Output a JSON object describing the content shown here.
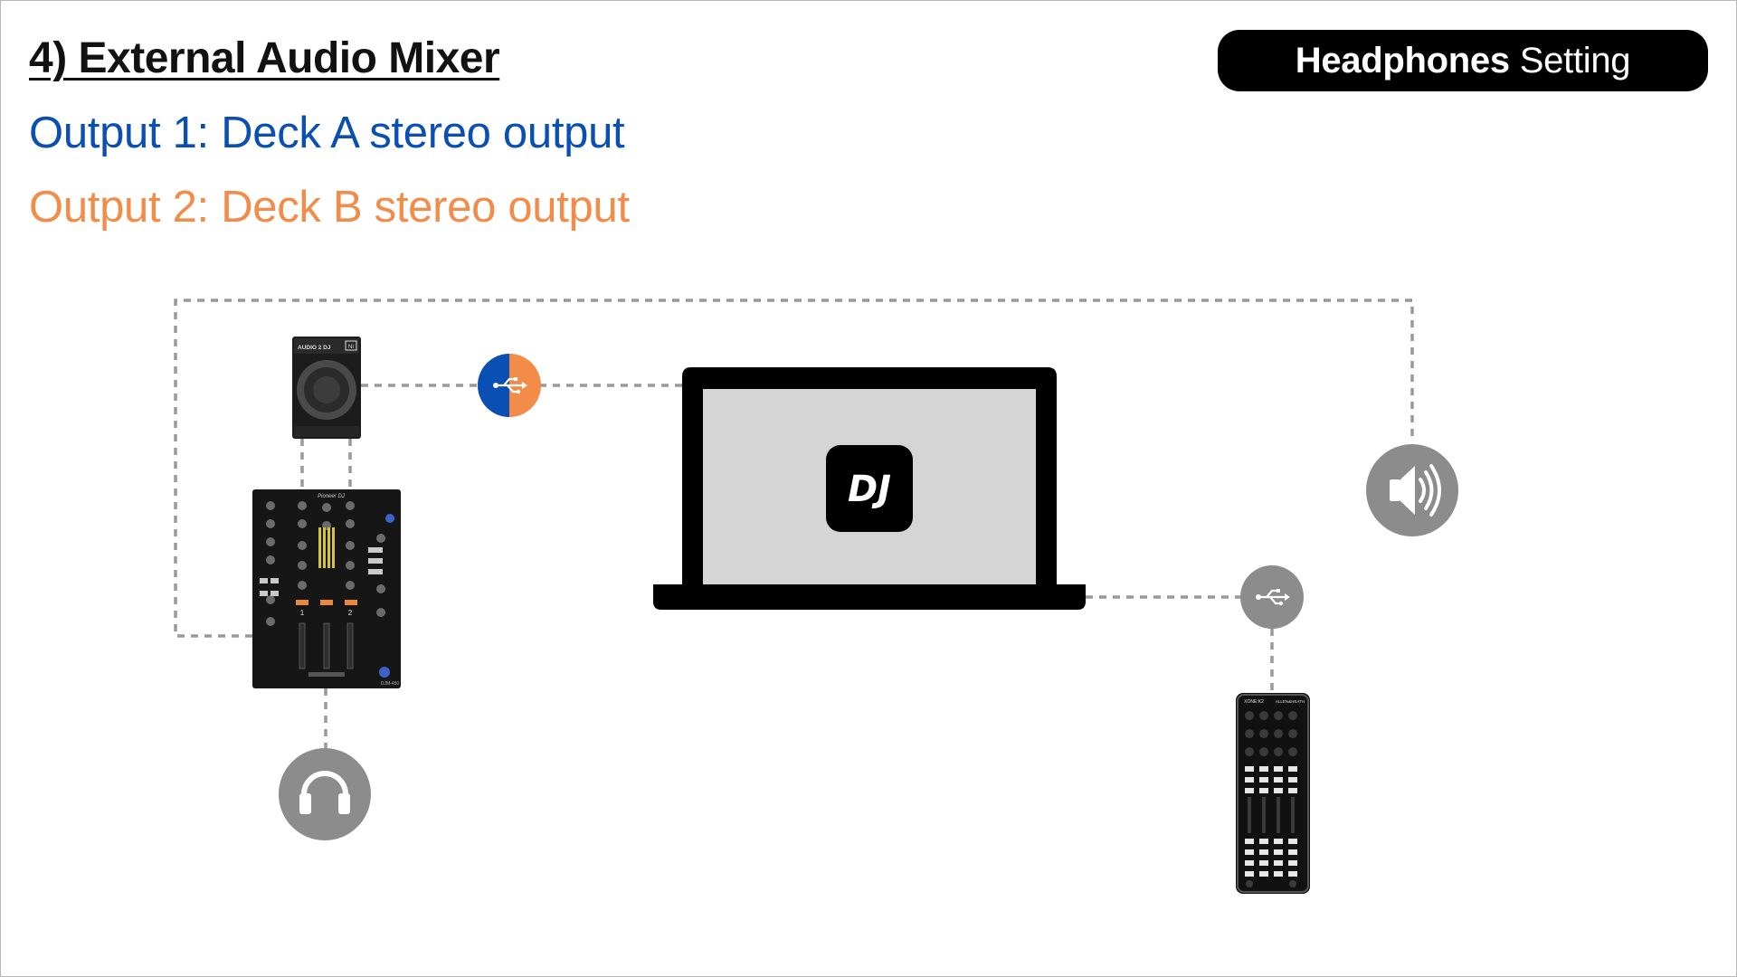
{
  "slide": {
    "title": "4) External Audio Mixer",
    "output1": "Output 1: Deck A stereo output",
    "output2": "Output 2: Deck B stereo output",
    "badge_bold": "Headphones",
    "badge_regular": "Setting"
  },
  "devices": {
    "audio_interface": {
      "brand": "AUDIO 2 DJ",
      "tag": "NI"
    },
    "mixer": {
      "brand": "Pioneer DJ",
      "model": "DJM-450",
      "channel_1": "1",
      "channel_2": "2"
    },
    "laptop_app_logo": "DJ",
    "midi_controller": {
      "brand": "XONE:K2",
      "maker": "ALLEN&HEATH"
    }
  },
  "icons": {
    "usb_hub": "usb-icon",
    "usb_controller": "usb-icon",
    "speaker": "speaker-icon",
    "headphones": "headphones-icon"
  },
  "colors": {
    "deck_a": "#0a4fb3",
    "deck_b": "#f38b49",
    "connector": "#999999",
    "icon_grey": "#8c8c8c",
    "screen": "#d5d5d5",
    "device_black": "#000000"
  }
}
